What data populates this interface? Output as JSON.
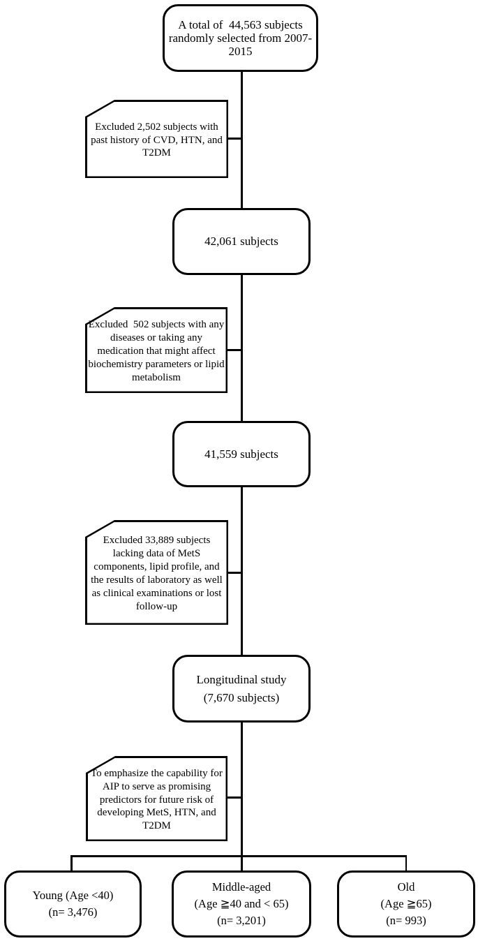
{
  "colors": {
    "line": "#000000",
    "background": "#ffffff",
    "text": "#000000"
  },
  "flowchart": {
    "boxes": {
      "total": {
        "lines": [
          "A total of  44,563 subjects",
          "randomly selected from 2007-",
          "2015"
        ]
      },
      "cohort_42061": {
        "label": "42,061 subjects"
      },
      "cohort_41559": {
        "label": "41,559 subjects"
      },
      "longitudinal": {
        "lines": [
          "Longitudinal study",
          "(7,670 subjects)"
        ]
      },
      "young": {
        "lines": [
          "Young (Age <40)",
          "(n= 3,476)"
        ]
      },
      "middle_aged": {
        "lines": [
          "Middle-aged",
          "(Age ≧40 and < 65)",
          "(n= 3,201)"
        ]
      },
      "old": {
        "lines": [
          "Old",
          "(Age ≧65)",
          "(n= 993)"
        ]
      }
    },
    "notes": {
      "exclusion_1": {
        "lines": [
          "Excluded 2,502 subjects with",
          "past history of CVD, HTN, and",
          "T2DM"
        ]
      },
      "exclusion_2": {
        "lines": [
          "Excluded  502 subjects with any",
          "diseases or taking any",
          "medication that might affect",
          "biochemistry parameters or lipid",
          "metabolism"
        ]
      },
      "exclusion_3": {
        "lines": [
          "Excluded 33,889 subjects",
          "lacking data of MetS",
          "components, lipid profile, and",
          "the results of laboratory as well",
          "as clinical examinations or lost",
          "follow-up"
        ]
      },
      "purpose": {
        "lines": [
          "To emphasize the capability for",
          "AIP to serve as promising",
          "predictors for future risk of",
          "developing MetS, HTN, and",
          "T2DM"
        ]
      }
    }
  }
}
